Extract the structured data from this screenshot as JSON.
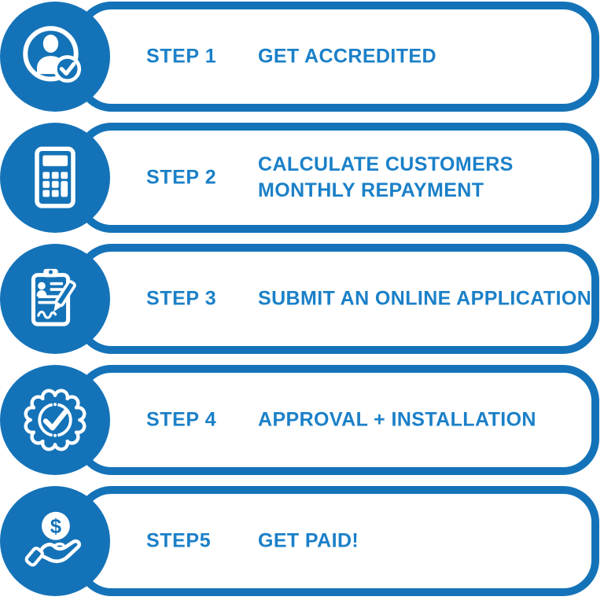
{
  "theme": {
    "shape_blue": "#1473B8",
    "text_blue": "#1B80C8",
    "icon_color": "#FFFFFF",
    "background": "#FFFFFF"
  },
  "steps": [
    {
      "label": "STEP 1",
      "description": "GET ACCREDITED",
      "icon": "person-check-icon"
    },
    {
      "label": "STEP 2",
      "description": "CALCULATE CUSTOMERS\nMONTHLY REPAYMENT",
      "icon": "calculator-icon"
    },
    {
      "label": "STEP 3",
      "description": "SUBMIT AN ONLINE APPLICATION",
      "icon": "clipboard-pen-icon"
    },
    {
      "label": "STEP 4",
      "description": "APPROVAL + INSTALLATION",
      "icon": "badge-check-icon"
    },
    {
      "label": "STEP5",
      "description": "GET PAID!",
      "icon": "hand-coin-icon"
    }
  ],
  "coin_symbol": "$"
}
